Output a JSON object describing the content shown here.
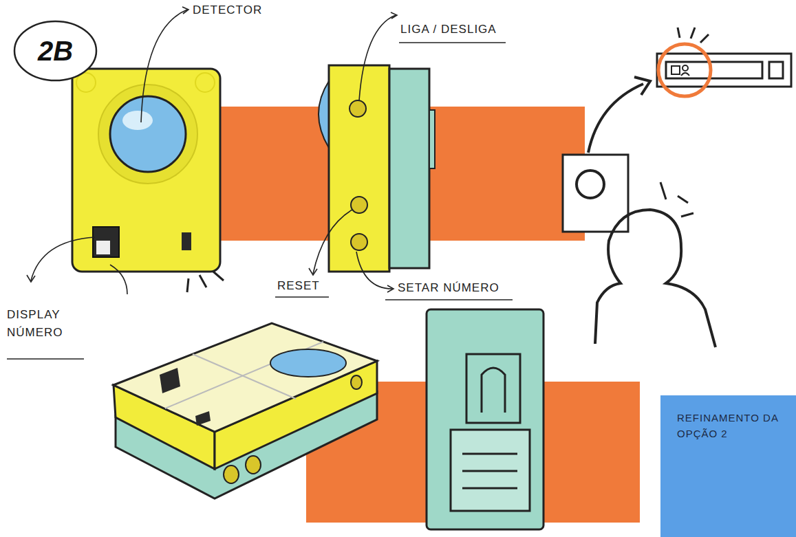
{
  "diagram": {
    "nodes": [
      {
        "text": [
          "2B"
        ]
      },
      {
        "text": [
          "REFINAMENTO DA OPÇÃO 2"
        ]
      }
    ],
    "labels": [
      "DETECTOR",
      "LIGA / DESLIGA",
      "RESET",
      "SETAR NÚMERO",
      "DISPLAY NÚMERO"
    ]
  }
}
